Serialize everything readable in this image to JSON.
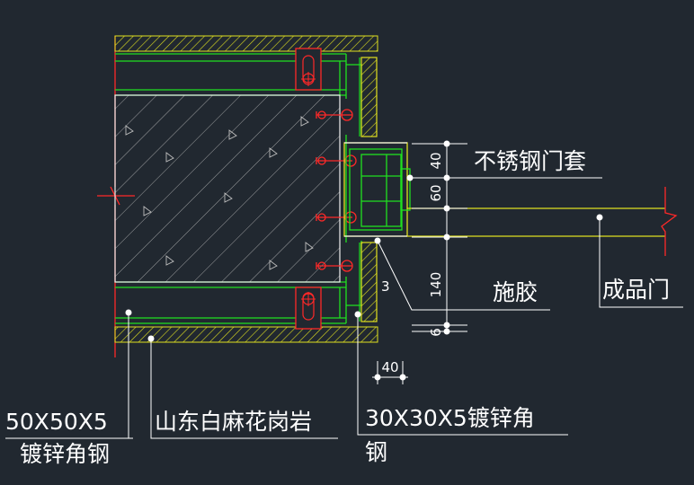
{
  "labels": {
    "stainless_door_frame": "不锈钢门套",
    "apply_glue": "施胶",
    "finished_door": "成品门",
    "angle_steel_50_line1": "50X50X5",
    "angle_steel_50_line2": "镀锌角钢",
    "granite": "山东白麻花岗岩",
    "angle_steel_30_line1": "30X30X5镀锌角",
    "angle_steel_30_line2": "钢"
  },
  "dimensions": {
    "d40_top": "40",
    "d60": "60",
    "d140": "140",
    "d6": "6",
    "d3": "3",
    "d40_bottom": "40"
  },
  "colors": {
    "background": "#212830",
    "hatch": "#e0e020",
    "granite_outline": "#f0f0f0",
    "steel": "#20e020",
    "anchor": "#ff2828",
    "text": "#ffffff"
  }
}
